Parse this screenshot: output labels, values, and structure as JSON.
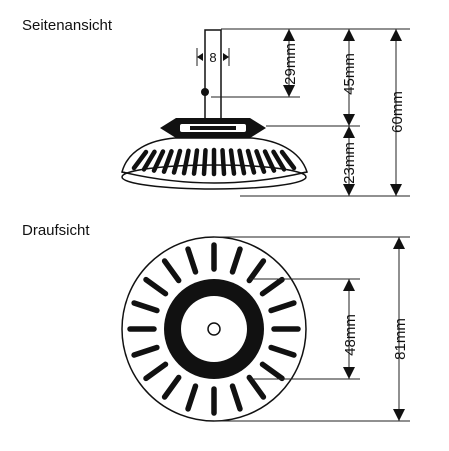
{
  "side_view": {
    "title": "Seitenansicht",
    "rod_diameter": "8",
    "dim_rod": "29mm",
    "dim_top": "45mm",
    "dim_total": "60mm",
    "dim_lower": "23mm"
  },
  "top_view": {
    "title": "Draufsicht",
    "dim_inner": "48mm",
    "dim_outer": "81mm"
  }
}
